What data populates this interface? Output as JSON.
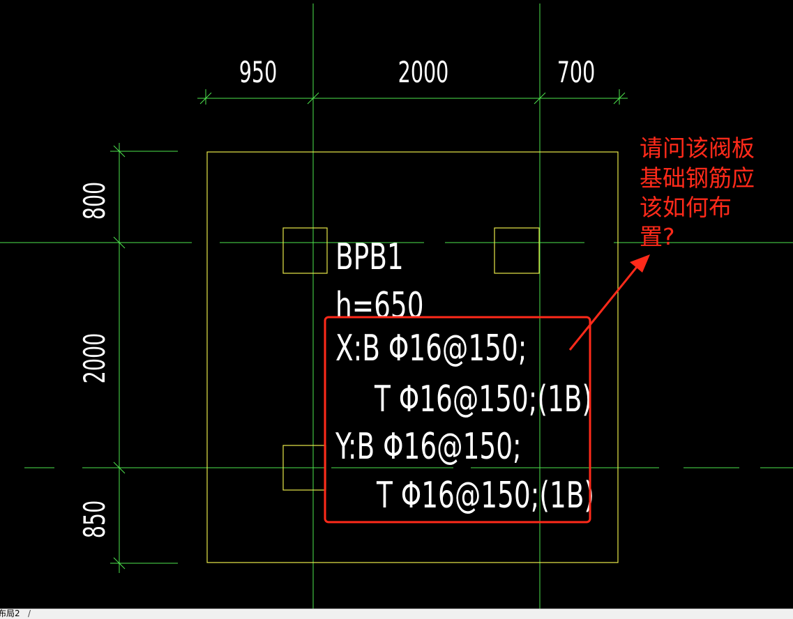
{
  "drawing": {
    "background": "#000000",
    "colors": {
      "axis": "#4ee64e",
      "outline": "#e8e84a",
      "text": "#ffffff",
      "highlight": "#ff2a1a"
    },
    "dimensions_top": [
      "950",
      "2000",
      "700"
    ],
    "dimensions_left": [
      "800",
      "2000",
      "850"
    ],
    "slab": {
      "name": "BPB1",
      "thickness": "h=650",
      "rebar": [
        "X:B Φ16@150;",
        "T Φ16@150;(1B)",
        "Y:B Φ16@150;",
        "T Φ16@150;(1B)"
      ]
    },
    "question": [
      "请问该阀板",
      "基础钢筋应",
      "该如何布",
      "置?"
    ]
  },
  "tabs": {
    "layout2": "布局2",
    "separator": "/"
  }
}
